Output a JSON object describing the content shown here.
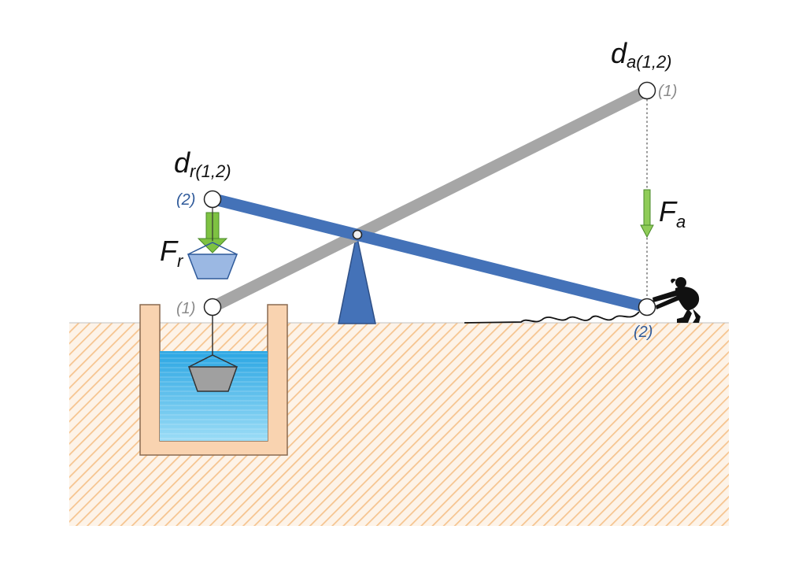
{
  "colors": {
    "ground": "#f6c48f",
    "well_wall": "#f9d3b0",
    "water_top": "#3aaee6",
    "water_bottom": "#8fd6f5",
    "lever_pos1": "#a6a6a6",
    "lever_pos2": "#4472b8",
    "fulcrum": "#4472b8",
    "force_arrow": "#7ec242",
    "bucket_raised": "#9bb8e3",
    "bucket_submerged": "#a0a0a0",
    "silhouette": "#111111"
  },
  "labels": {
    "da_main": "d",
    "da_sub": "a(1,2)",
    "dr_main": "d",
    "dr_sub": "r(1,2)",
    "fa_main": "F",
    "fa_sub": "a",
    "fr_main": "F",
    "fr_sub": "r",
    "pos1_top_right": "(1)",
    "pos2_top_left": "(2)",
    "pos1_bottom_left": "(1)",
    "pos2_bottom_right": "(2)"
  },
  "icons": {
    "pivot": "pivot-joint-icon",
    "person": "person-pulling-icon",
    "bucket": "bucket-icon"
  }
}
